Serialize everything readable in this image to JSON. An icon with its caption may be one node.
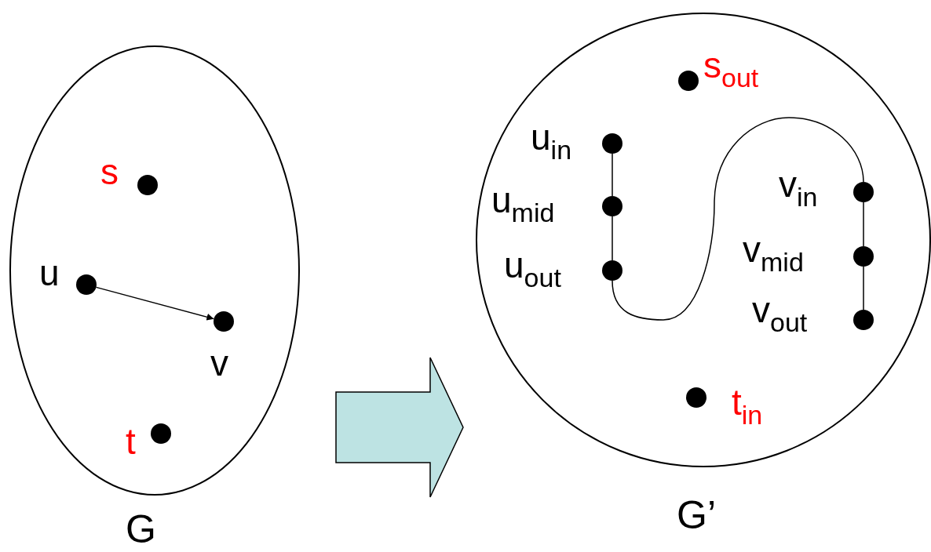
{
  "diagram": {
    "nodes": [
      {
        "text": [
          "G"
        ]
      },
      {
        "text": [],
        "shape": "circle",
        "beside": [
          "s"
        ],
        "in": 0
      },
      {
        "text": [],
        "shape": "circle",
        "beside": [
          "u"
        ],
        "in": 0
      },
      {
        "text": [],
        "shape": "circle",
        "beside": [
          "v"
        ],
        "in": 0
      },
      {
        "text": [],
        "shape": "circle",
        "beside": [
          "t"
        ],
        "in": 0
      },
      {
        "text": [
          "G’"
        ]
      },
      {
        "text": [],
        "shape": "circle",
        "beside": [
          "s$_{out}$"
        ],
        "in": 5
      },
      {
        "text": [],
        "shape": "circle",
        "beside": [
          "u$_{in}$"
        ],
        "in": 5
      },
      {
        "text": [],
        "shape": "circle",
        "beside": [
          "u$_{mid}$"
        ],
        "in": 5
      },
      {
        "text": [],
        "shape": "circle",
        "beside": [
          "u$_{out}$"
        ],
        "in": 5
      },
      {
        "text": [],
        "shape": "circle",
        "beside": [
          "v$_{in}$"
        ],
        "in": 5
      },
      {
        "text": [],
        "shape": "circle",
        "beside": [
          "v$_{mid}$"
        ],
        "in": 5
      },
      {
        "text": [],
        "shape": "circle",
        "beside": [
          "v$_{out}$"
        ],
        "in": 5
      },
      {
        "text": [],
        "shape": "circle",
        "beside": [
          "t$_{in}$"
        ],
        "in": 5
      }
    ],
    "edges": [
      {
        "from": 2,
        "to": 3,
        "arrow": "to"
      },
      {
        "from": 7,
        "to": 8,
        "arrow": "none"
      },
      {
        "from": 8,
        "to": 9,
        "arrow": "none"
      },
      {
        "from": 9,
        "to": 10,
        "arrow": "none"
      },
      {
        "from": 10,
        "to": 11,
        "arrow": "none"
      },
      {
        "from": 11,
        "to": 12,
        "arrow": "none"
      },
      {
        "from": 0,
        "to": 5,
        "arrow": "to",
        "style": "thick",
        "color": "#bde3e3"
      }
    ]
  }
}
